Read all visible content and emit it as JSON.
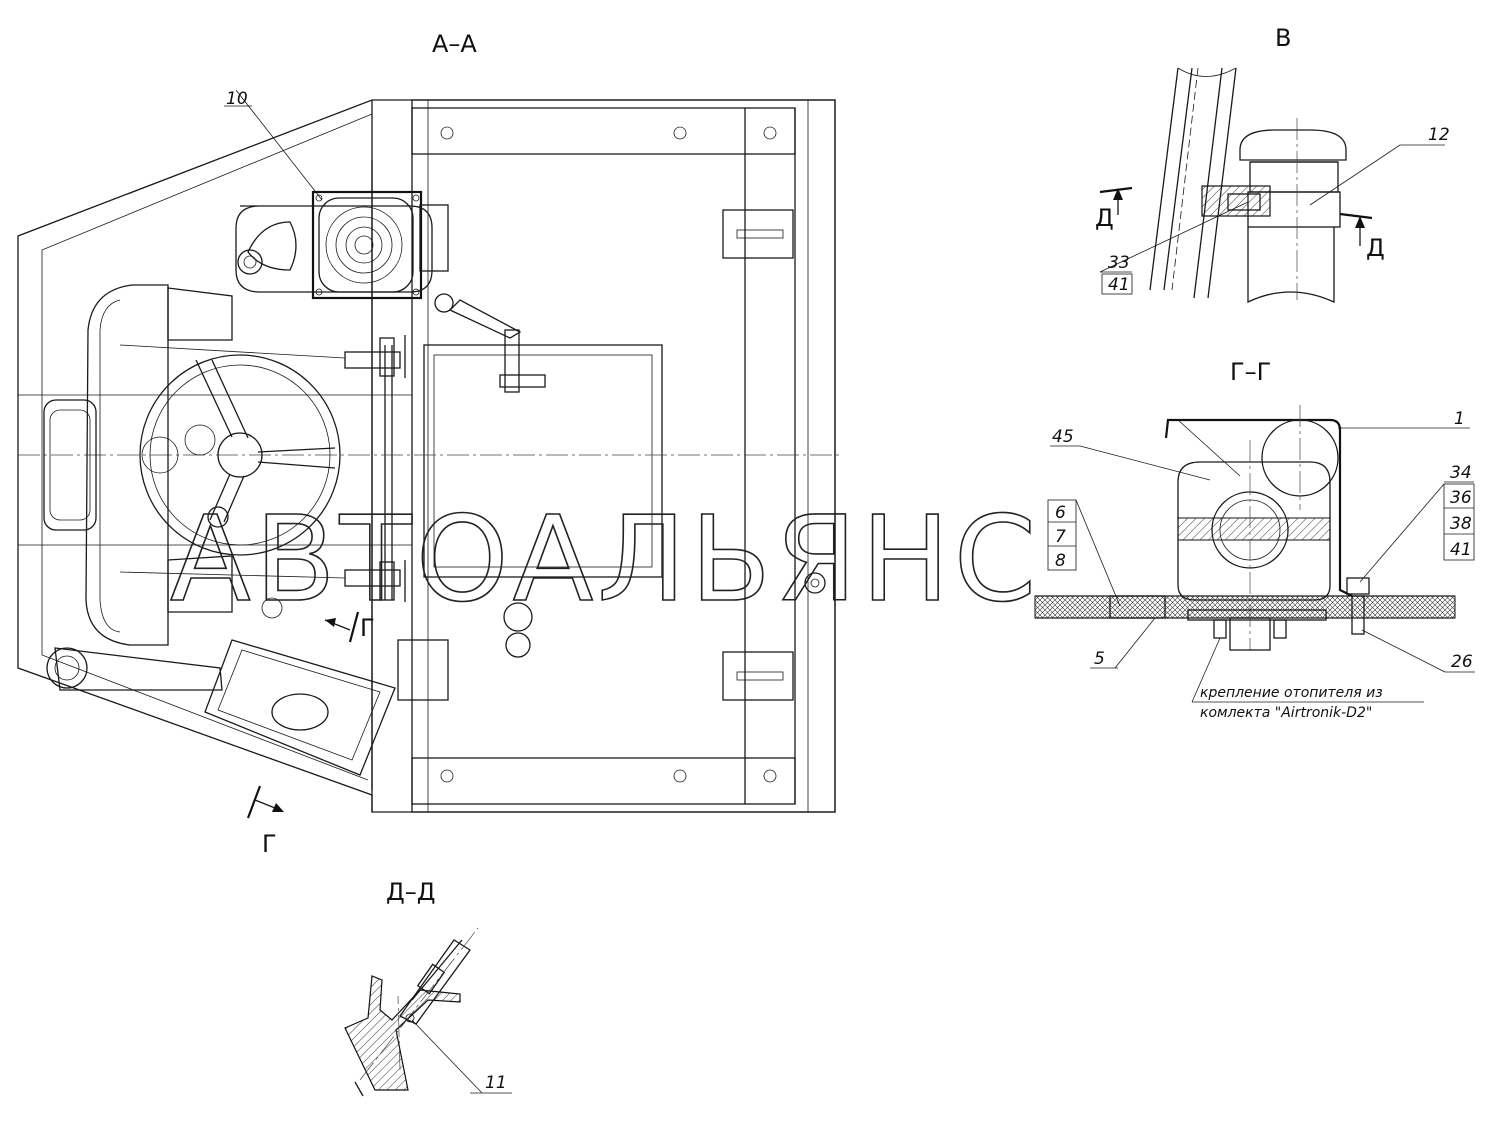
{
  "views": {
    "aa": "А–А",
    "b": "В",
    "gg": "Г–Г",
    "dd": "Д–Д"
  },
  "section_marks": {
    "d_left": "Д",
    "d_right": "Д",
    "g_upper": "Г",
    "g_lower": "Г"
  },
  "callouts": {
    "c10": "10",
    "c12": "12",
    "c33": "33",
    "c41a": "41",
    "c45": "45",
    "c1": "1",
    "c6": "6",
    "c7": "7",
    "c8": "8",
    "c34": "34",
    "c36": "36",
    "c38": "38",
    "c41b": "41",
    "c5": "5",
    "c26": "26",
    "c11": "11"
  },
  "note": {
    "line1": "крепление отопителя из",
    "line2": "комлекта \"Airtronik-D2\""
  },
  "watermark": "АВТОАЛЬЯНС"
}
